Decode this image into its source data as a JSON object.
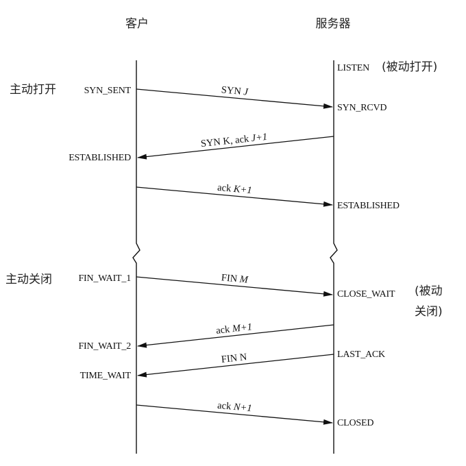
{
  "header": {
    "client": "客户",
    "server": "服务器"
  },
  "client_notes": {
    "active_open": "主动打开",
    "active_close": "主动关闭"
  },
  "server_notes": {
    "passive_open": "(被动打开)",
    "passive_close_line1": "(被动",
    "passive_close_line2": "关闭)"
  },
  "client_states": {
    "syn_sent": "SYN_SENT",
    "established": "ESTABLISHED",
    "fin_wait_1": "FIN_WAIT_1",
    "fin_wait_2": "FIN_WAIT_2",
    "time_wait": "TIME_WAIT"
  },
  "server_states": {
    "listen": "LISTEN",
    "syn_rcvd": "SYN_RCVD",
    "established": "ESTABLISHED",
    "close_wait": "CLOSE_WAIT",
    "last_ack": "LAST_ACK",
    "closed": "CLOSED"
  },
  "messages": [
    {
      "id": "syn",
      "plain": "SYN ",
      "italic": "J",
      "direction": "client-to-server"
    },
    {
      "id": "syn-ack",
      "plain": "SYN K, ack ",
      "italic": "J+1",
      "direction": "server-to-client"
    },
    {
      "id": "ack1",
      "plain": "ack ",
      "italic": "K+1",
      "direction": "client-to-server"
    },
    {
      "id": "fin-m",
      "plain": "FIN ",
      "italic": "M",
      "direction": "client-to-server"
    },
    {
      "id": "ack-m",
      "plain": "ack ",
      "italic": "M+1",
      "direction": "server-to-client"
    },
    {
      "id": "fin-n",
      "plain": "FIN N",
      "italic": "",
      "direction": "server-to-client"
    },
    {
      "id": "ack-n",
      "plain": "ack ",
      "italic": "N+1",
      "direction": "client-to-server"
    }
  ]
}
